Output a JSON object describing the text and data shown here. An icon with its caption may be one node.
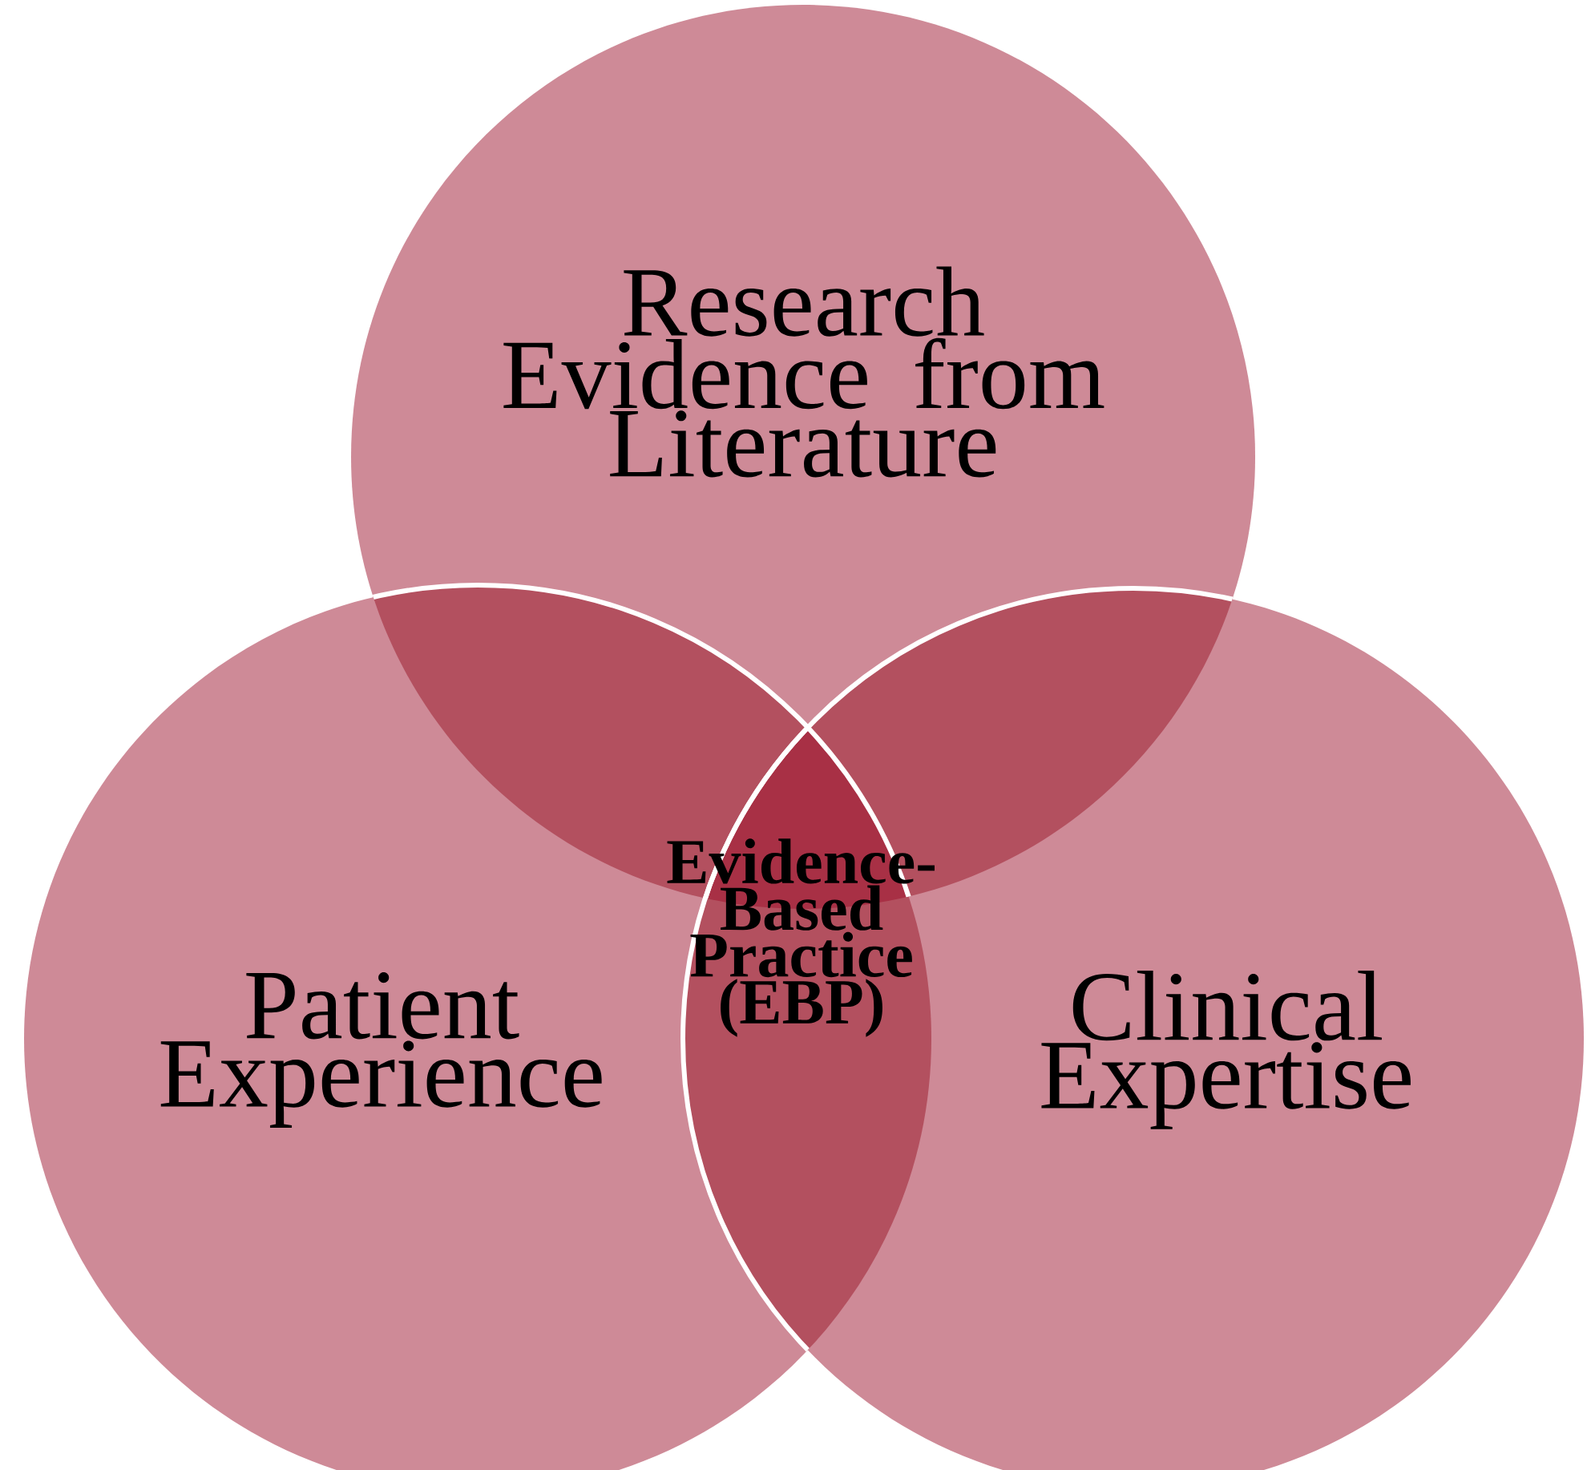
{
  "diagram": {
    "nodes": [
      {
        "text": [
          "Research Evidence from Literature"
        ]
      },
      {
        "text": [
          "Patient Experience"
        ]
      },
      {
        "text": [
          "Clinical Expertise"
        ]
      },
      {
        "text": [
          "Evidence-Based Practice (EBP)"
        ]
      }
    ]
  }
}
